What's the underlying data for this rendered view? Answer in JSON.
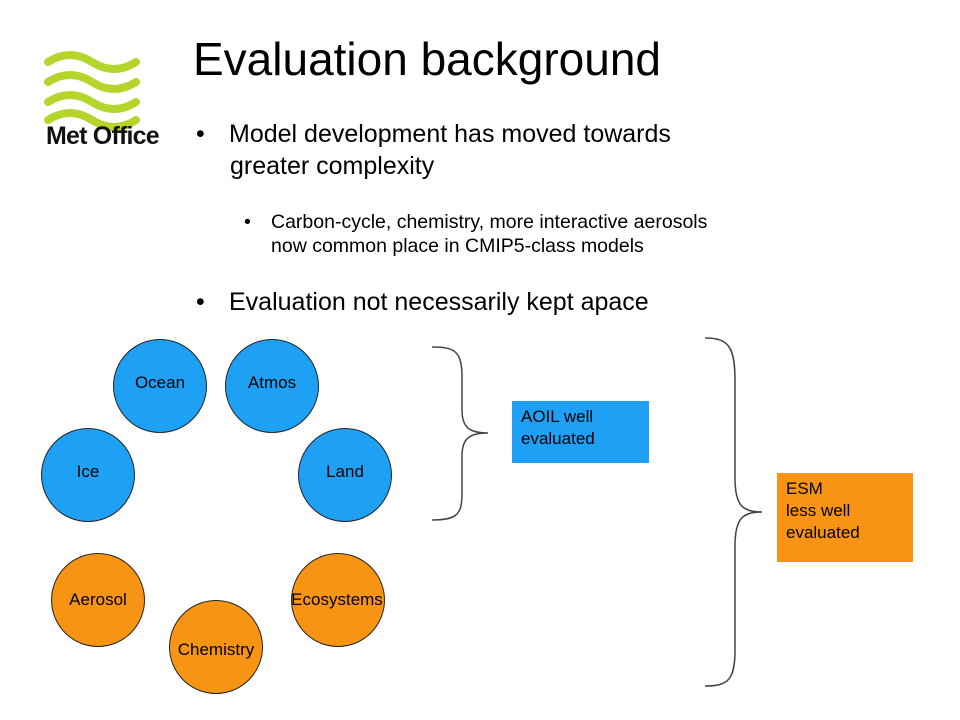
{
  "logo": {
    "text": "Met Office",
    "color": "#b5d52a",
    "icon": "met-office-wave-logo"
  },
  "title": "Evaluation background",
  "bullets": [
    {
      "lines": [
        "Model development has moved towards",
        "greater complexity"
      ]
    },
    {
      "lines": [
        "Carbon-cycle, chemistry, more interactive aerosols",
        "now common place in CMIP5-class models"
      ]
    },
    {
      "lines": [
        "Evaluation not necessarily kept apace"
      ]
    }
  ],
  "bullet_glyph": "•",
  "components": {
    "blue": [
      "Ocean",
      "Atmos",
      "Ice",
      "Land"
    ],
    "orange": [
      "Aerosol",
      "Ecosystems",
      "Chemistry"
    ]
  },
  "boxes": {
    "aoil": [
      "AOIL well",
      "evaluated"
    ],
    "esm": [
      "ESM",
      "less well",
      "evaluated"
    ]
  },
  "colors": {
    "blue": "#1ea0f5",
    "orange": "#f79413",
    "brace": "#444444"
  }
}
